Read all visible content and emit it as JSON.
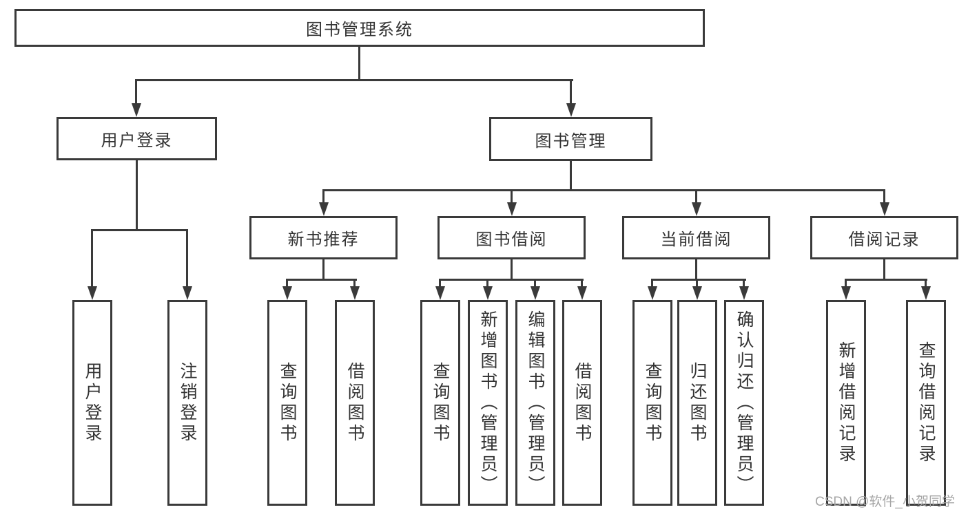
{
  "diagram": {
    "root": {
      "label": "图书管理系统"
    },
    "level2": [
      {
        "label": "用户登录",
        "children": [
          {
            "label": "用户登录"
          },
          {
            "label": "注销登录"
          }
        ]
      },
      {
        "label": "图书管理",
        "children": [
          {
            "label": "新书推荐",
            "children": [
              {
                "label": "查询图书"
              },
              {
                "label": "借阅图书"
              }
            ]
          },
          {
            "label": "图书借阅",
            "children": [
              {
                "label": "查询图书"
              },
              {
                "label": "新增图书（管理员）"
              },
              {
                "label": "编辑图书（管理员）"
              },
              {
                "label": "借阅图书"
              }
            ]
          },
          {
            "label": "当前借阅",
            "children": [
              {
                "label": "查询图书"
              },
              {
                "label": "归还图书"
              },
              {
                "label": "确认归还（管理员）"
              }
            ]
          },
          {
            "label": "借阅记录",
            "children": [
              {
                "label": "新增借阅记录"
              },
              {
                "label": "查询借阅记录"
              }
            ]
          }
        ]
      }
    ]
  },
  "watermark": {
    "text": "CSDN @软件_小贺同学"
  },
  "colors": {
    "line": "#3a3a3a",
    "text": "#333333",
    "background": "#ffffff",
    "watermark": "#a6a6a6"
  }
}
